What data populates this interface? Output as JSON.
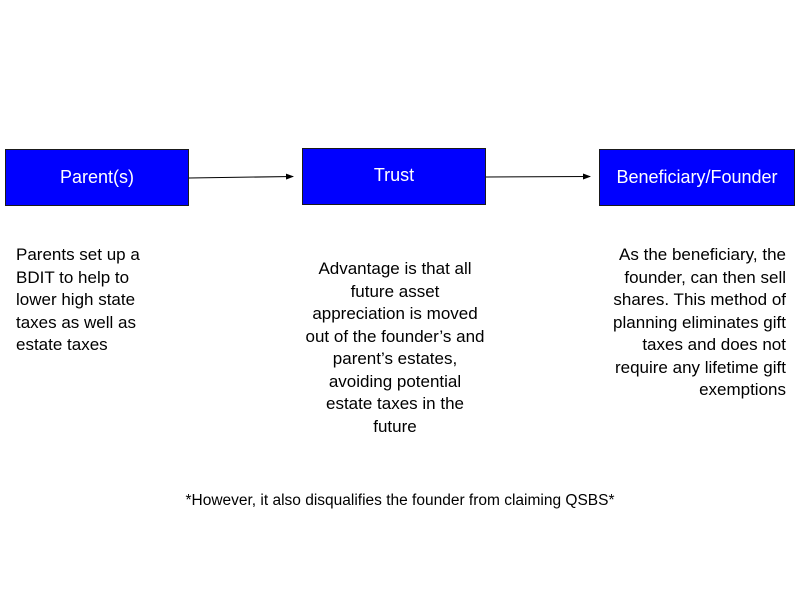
{
  "boxes": {
    "parents": "Parent(s)",
    "trust": "Trust",
    "founder": "Beneficiary/Founder"
  },
  "descriptions": {
    "parents": "Parents set up a BDIT to help to lower high state taxes as well as estate taxes",
    "trust": "Advantage is that all future asset appreciation is moved out of the founder’s and parent’s estates, avoiding potential estate taxes in the future",
    "founder": "As the beneficiary, the founder, can then sell shares. This method of planning eliminates gift taxes and does not require any lifetime gift exemptions"
  },
  "footnote": "*However, it also disqualifies the founder from claiming QSBS*",
  "colors": {
    "box_fill": "#0000ff",
    "box_text": "#ffffff",
    "text": "#000000"
  }
}
